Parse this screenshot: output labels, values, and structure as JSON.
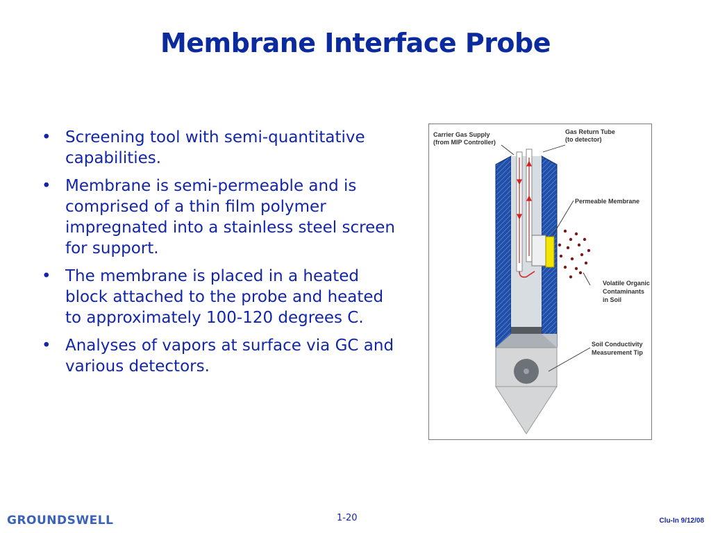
{
  "slide": {
    "title": "Membrane Interface Probe",
    "bullets": [
      "Screening tool with semi-quantitative capabilities.",
      "Membrane is semi-permeable and is comprised of a thin film polymer impregnated into a stainless steel screen for support.",
      "The membrane is placed in a heated block attached to the probe and heated to approximately 100-120 degrees C.",
      "Analyses of vapors at surface via GC and various detectors."
    ],
    "bullet_symbol": "•"
  },
  "figure": {
    "labels": {
      "carrier_1": "Carrier Gas Supply",
      "carrier_2": "(from MIP Controller)",
      "return_1": "Gas Return Tube",
      "return_2": "(to  detector)",
      "membrane": "Permeable Membrane",
      "voc_1": "Volatile Organic",
      "voc_2": "Contaminants",
      "voc_3": "in Soil",
      "tip_1": "Soil Conductivity",
      "tip_2": "Measurement Tip"
    },
    "colors": {
      "probe_body": "#1f4fa8",
      "probe_interior": "#d8dde2",
      "membrane": "#f2e600",
      "flow_arrows": "#d42020",
      "contaminants": "#7a1a1a",
      "tip": "#d4d6d8"
    }
  },
  "footer": {
    "logo": "GROUNDSWELL",
    "page_number": "1-20",
    "right_text": "Clu-In 9/12/08"
  }
}
